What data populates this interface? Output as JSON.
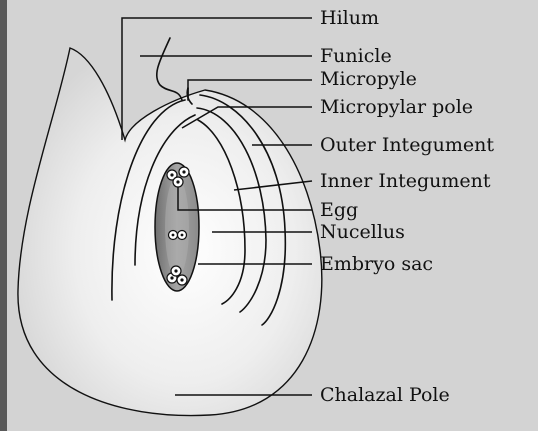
{
  "labels": {
    "hilum": "Hilum",
    "funicle": "Funicle",
    "micropyle": "Micropyle",
    "micropylar_pole": "Micropylar pole",
    "outer_integument": "Outer Integument",
    "inner_integument": "Inner Integument",
    "egg": "Egg",
    "nucellus": "Nucellus",
    "embryo_sac": "Embryo sac",
    "chalazal_pole": "Chalazal Pole"
  },
  "colors": {
    "background": "#d3d3d3",
    "ovule_center": "#ffffff",
    "ovule_edge": "#d9d9d9",
    "embryo_sac": "#8a8a8a",
    "ink": "#111111"
  }
}
